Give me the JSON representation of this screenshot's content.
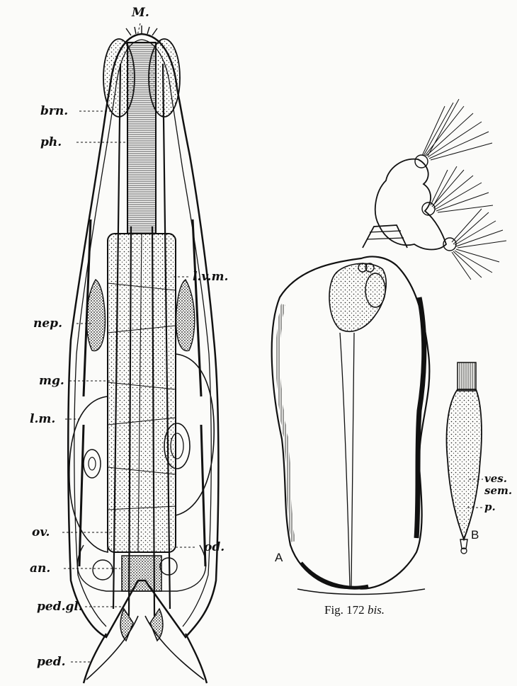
{
  "figure_a": {
    "labels": {
      "mouth": "M.",
      "brain": "brn.",
      "pharynx": "ph.",
      "lateral_ventral_muscle": "l.v.m.",
      "nephridium": "nep.",
      "midgut": "mg.",
      "longitudinal_muscle": "l.m.",
      "ovary": "ov.",
      "oviduct": "od.",
      "anus": "an.",
      "pedal_gland": "ped.gl.",
      "pedal": "ped."
    }
  },
  "figure_b": {
    "panel_a_letter": "A",
    "panel_b_letter": "B",
    "labels": {
      "vesicula_line1": "ves.",
      "vesicula_line2": "sem.",
      "penis": "p."
    },
    "caption_prefix": "Fig. 172",
    "caption_suffix": "bis."
  },
  "colors": {
    "ink": "#111111",
    "paper": "#fbfbf9"
  }
}
